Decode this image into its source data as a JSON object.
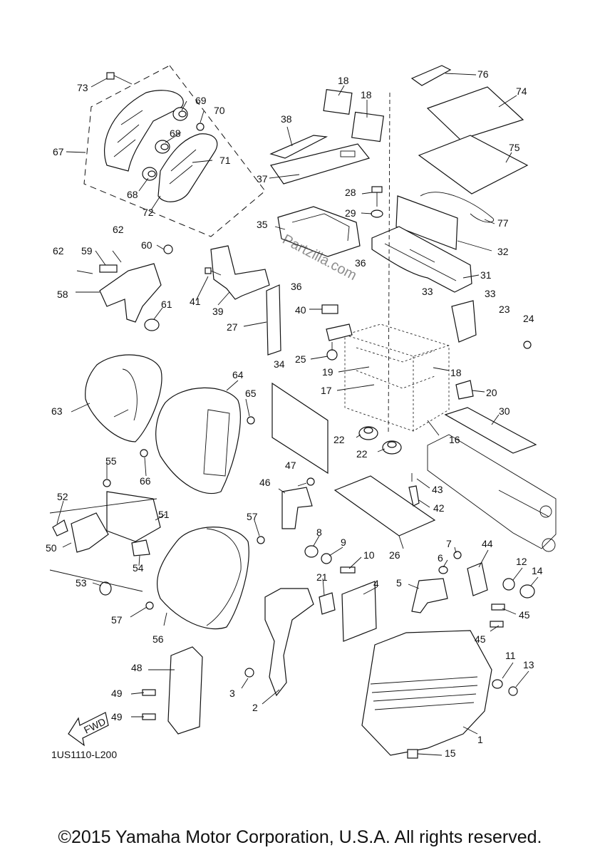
{
  "diagram": {
    "callouts": [
      "1",
      "2",
      "3",
      "4",
      "5",
      "6",
      "7",
      "8",
      "9",
      "10",
      "11",
      "12",
      "13",
      "14",
      "15",
      "16",
      "17",
      "18",
      "19",
      "20",
      "21",
      "22",
      "23",
      "24",
      "25",
      "26",
      "27",
      "28",
      "29",
      "30",
      "31",
      "32",
      "33",
      "34",
      "35",
      "36",
      "37",
      "38",
      "39",
      "40",
      "41",
      "42",
      "43",
      "44",
      "45",
      "46",
      "47",
      "48",
      "49",
      "50",
      "51",
      "52",
      "53",
      "54",
      "55",
      "56",
      "57",
      "58",
      "59",
      "60",
      "61",
      "62",
      "63",
      "64",
      "65",
      "66",
      "67",
      "68",
      "69",
      "70",
      "71",
      "72",
      "73",
      "74",
      "75",
      "76",
      "77"
    ],
    "diagram_code": "1US1110-L200",
    "watermark": "Partzilla.com",
    "fwd_label": "FWD"
  },
  "footer": {
    "copyright": "©2015 Yamaha Motor Corporation, U.S.A. All rights reserved."
  }
}
